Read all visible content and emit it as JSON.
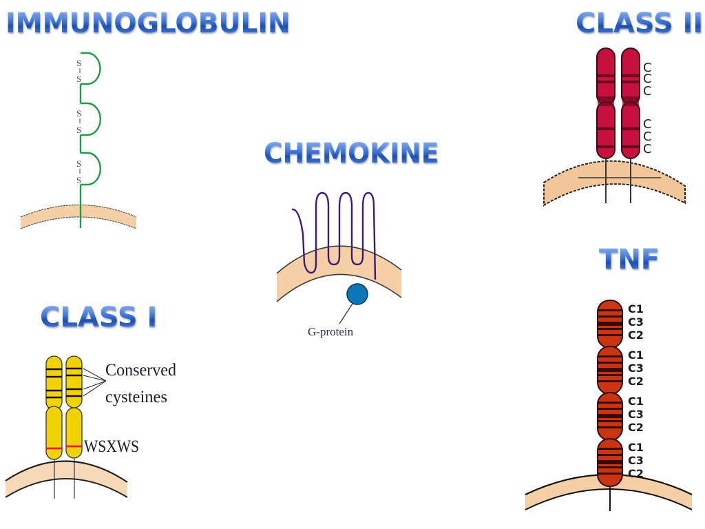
{
  "titles": {
    "immunoglobulin": "IMMUNOGLOBULIN",
    "class_ii": "CLASS II",
    "chemokine": "CHEMOKINE",
    "class_i": "CLASS I",
    "tnf": "TNF"
  },
  "immunoglobulin": {
    "disulfide_label_top": "S",
    "disulfide_label_bottom": "S",
    "loop_count": 3,
    "colors": {
      "chain": "#1f9a45",
      "membrane": "#f5cfa6"
    }
  },
  "chemokine": {
    "g_protein_label": "G-protein",
    "transmembrane_passes": 7,
    "colors": {
      "chain": "#3a1a7a",
      "g_protein": "#0a78b8",
      "membrane": "#f5cfa6"
    }
  },
  "class_i": {
    "conserved_label_line1": "Conserved",
    "conserved_label_line2": "cysteines",
    "motif_label": "WSXWS",
    "colors": {
      "domain": "#f2d200",
      "motif": "#e8174f",
      "membrane": "#f5d9b8"
    }
  },
  "class_ii": {
    "cysteine_marks": [
      "C",
      "C",
      "C",
      "C",
      "C",
      "C"
    ],
    "colors": {
      "domain": "#c8103e",
      "membrane": "#f2c79a"
    }
  },
  "tnf": {
    "domain_labels": [
      [
        "C1",
        "C3",
        "C2"
      ],
      [
        "C1",
        "C3",
        "C2"
      ],
      [
        "C1",
        "C3",
        "C2"
      ],
      [
        "C1",
        "C3",
        "C2"
      ]
    ],
    "colors": {
      "domain": "#cc3311",
      "membrane": "#f5cfa6"
    }
  }
}
